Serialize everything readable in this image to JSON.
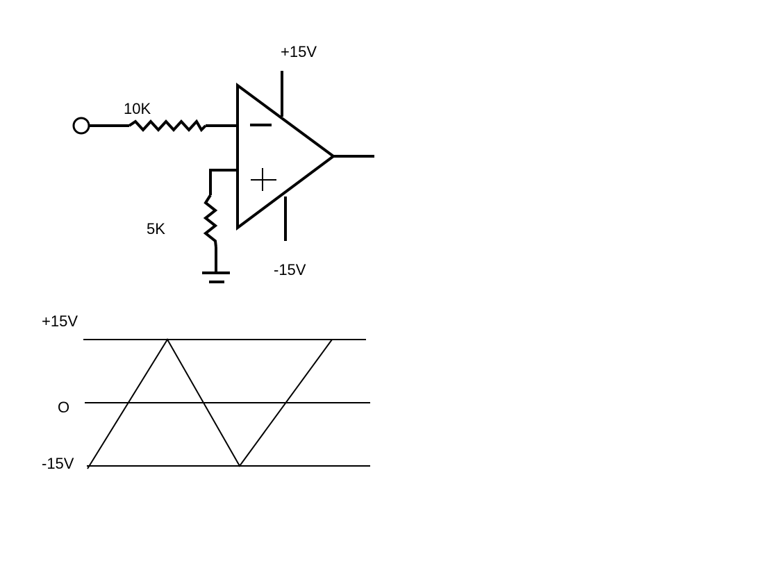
{
  "circuit": {
    "supply_positive": "+15V",
    "supply_negative": "-15V",
    "input_resistor": "10K",
    "ground_resistor": "5K",
    "inverting_symbol": "−",
    "noninverting_symbol": "+"
  },
  "waveform": {
    "label_top": "+15V",
    "label_mid": "O",
    "label_bottom": "-15V"
  }
}
